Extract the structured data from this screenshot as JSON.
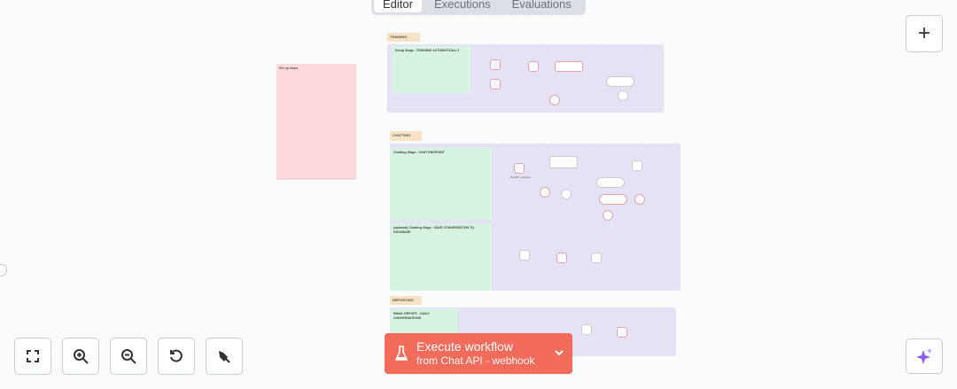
{
  "tabs": [
    {
      "label": "Editor",
      "active": true
    },
    {
      "label": "Executions"
    },
    {
      "label": "Evaluations"
    }
  ],
  "canvas": {
    "setup_note": {
      "title": "Set up steps"
    },
    "sections": [
      {
        "label": "TRAINING",
        "note_title": "Setup Stage : TRAINING AUTOMATICALLY"
      },
      {
        "label": "CHATTING",
        "note_title": "Chatting Stage : CHAT ENDPOINT",
        "note2_title": "(optional) Chatting Stage : SAVE CONVERSATION TO DATABASE"
      },
      {
        "label": "REPORTING",
        "note_title": "EMAIL REPORT - DAILY CONVERSATIONS"
      }
    ],
    "nodes": {
      "chat_webhook": "Chat API - webhook"
    }
  },
  "toolbar": {
    "add": "+",
    "fit": "fit-view-icon",
    "zoom_in": "zoom-in-icon",
    "zoom_out": "zoom-out-icon",
    "reset": "reset-zoom-icon",
    "tidy": "tidy-up-icon"
  },
  "execute": {
    "label": "Execute workflow",
    "sublabel": "from Chat API - webhook",
    "color": "#f26b5b"
  },
  "assistant": {
    "icon": "sparkle-icon",
    "color": "#8b5cf6"
  }
}
